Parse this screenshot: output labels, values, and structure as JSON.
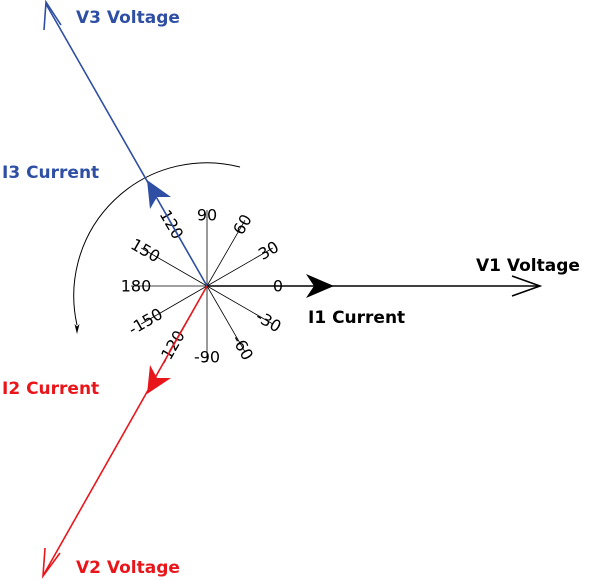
{
  "colors": {
    "phase1": "#000000",
    "phase2": "#e8161b",
    "phase3": "#2e4fa3",
    "spoke": "#000000"
  },
  "phasors": {
    "v1_label": "V1 Voltage",
    "i1_label": "I1 Current",
    "v2_label": "V2 Voltage",
    "i2_label": "I2 Current",
    "v3_label": "V3 Voltage",
    "i3_label": "I3 Current"
  },
  "angle_scale": {
    "labels": [
      "0",
      "30",
      "60",
      "90",
      "120",
      "150",
      "180",
      "-150",
      "-120",
      "-90",
      "-60",
      "-30"
    ],
    "angles_deg": [
      0,
      30,
      60,
      90,
      120,
      150,
      180,
      -150,
      -120,
      -90,
      -60,
      -30
    ]
  },
  "rotation_arrow": {
    "direction": "counter-clockwise"
  }
}
